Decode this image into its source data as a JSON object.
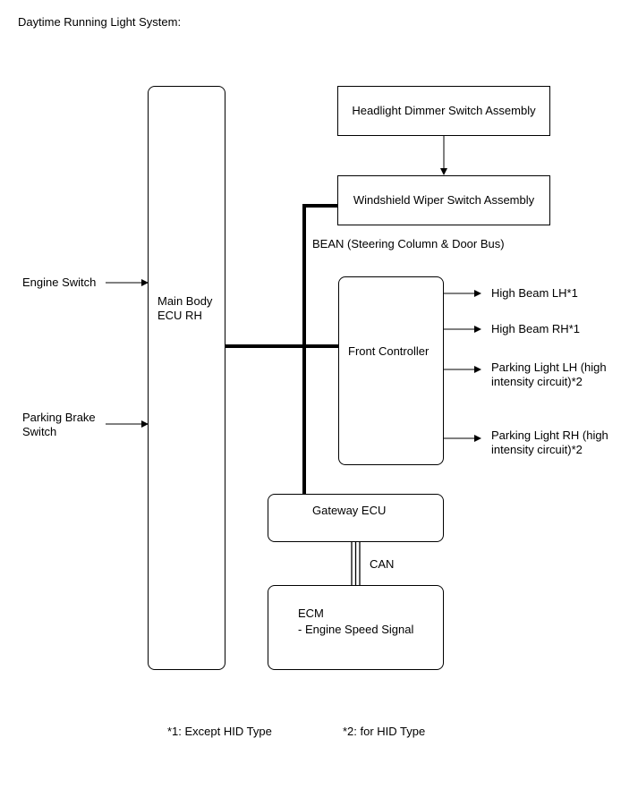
{
  "title": "Daytime Running Light System:",
  "blocks": {
    "main_body_ecu": [
      "Main Body",
      "ECU RH"
    ],
    "headlight_dimmer": "Headlight Dimmer Switch Assembly",
    "wiper_switch": "Windshield Wiper Switch Assembly",
    "front_controller": "Front Controller",
    "gateway_ecu": "Gateway ECU",
    "ecm": [
      "ECM",
      "- Engine Speed Signal"
    ]
  },
  "inputs": {
    "engine_switch": "Engine Switch",
    "parking_brake_switch": [
      "Parking Brake",
      "Switch"
    ]
  },
  "outputs": {
    "high_beam_lh": "High Beam LH*1",
    "high_beam_rh": "High Beam RH*1",
    "parking_light_lh": [
      "Parking Light LH (high",
      "intensity circuit)*2"
    ],
    "parking_light_rh": [
      "Parking Light RH (high",
      "intensity circuit)*2"
    ]
  },
  "buses": {
    "bean": "BEAN (Steering Column & Door Bus)",
    "can": "CAN"
  },
  "footnotes": {
    "note1": "*1: Except HID Type",
    "note2": "*2: for HID Type"
  }
}
